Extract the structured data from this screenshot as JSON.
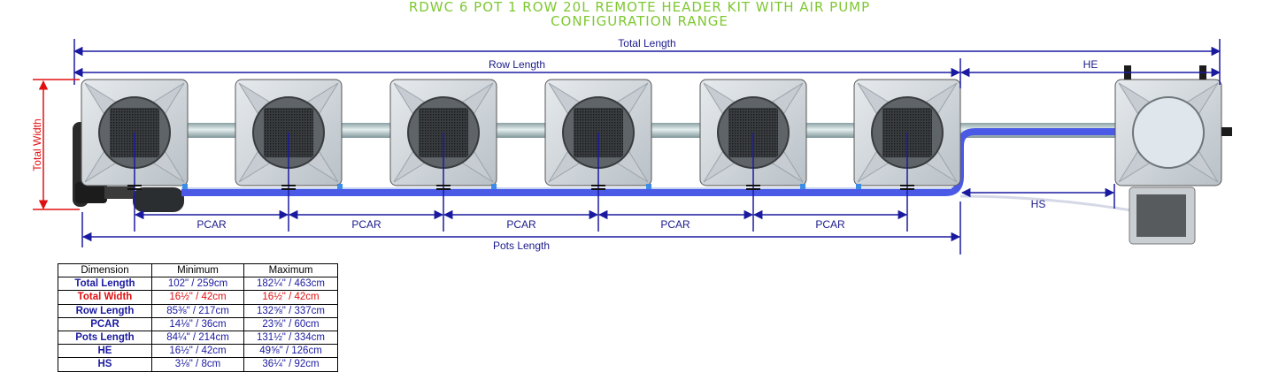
{
  "title": {
    "line1": "RDWC 6 POT 1 ROW 20L REMOTE HEADER KIT WITH AIR PUMP",
    "line2": "CONFIGURATION RANGE"
  },
  "labels": {
    "total_length": "Total Length",
    "row_length": "Row Length",
    "he": "HE",
    "total_width": "Total Width",
    "pcar": "PCAR",
    "hs": "HS",
    "pots_length": "Pots Length"
  },
  "table": {
    "headers": [
      "Dimension",
      "Minimum",
      "Maximum"
    ],
    "rows": [
      {
        "name": "Total Length",
        "min": "102\" / 259cm",
        "max": "182¼\" / 463cm",
        "highlight": false
      },
      {
        "name": "Total Width",
        "min": "16½\" / 42cm",
        "max": "16½\" / 42cm",
        "highlight": true
      },
      {
        "name": "Row Length",
        "min": "85⅜\" / 217cm",
        "max": "132⅝\" / 337cm",
        "highlight": false
      },
      {
        "name": "PCAR",
        "min": "14⅛\" / 36cm",
        "max": "23⅝\" / 60cm",
        "highlight": false
      },
      {
        "name": "Pots Length",
        "min": "84¼\" / 214cm",
        "max": "131½\" / 334cm",
        "highlight": false
      },
      {
        "name": "HE",
        "min": "16½\" / 42cm",
        "max": "49⅝\" / 126cm",
        "highlight": false
      },
      {
        "name": "HS",
        "min": "3⅛\" / 8cm",
        "max": "36¼\" / 92cm",
        "highlight": false
      }
    ]
  },
  "colors": {
    "title": "#7ec832",
    "dimension_line": "#1a1aa0",
    "width_line": "#e01010",
    "water_pipe": "#4a5ae6",
    "pot_fill": "#d3d9de"
  },
  "diagram": {
    "pot_count": 6,
    "pcar_count": 5,
    "components": [
      "pot",
      "header-tank",
      "air-pump",
      "water-pump",
      "pipe"
    ]
  }
}
